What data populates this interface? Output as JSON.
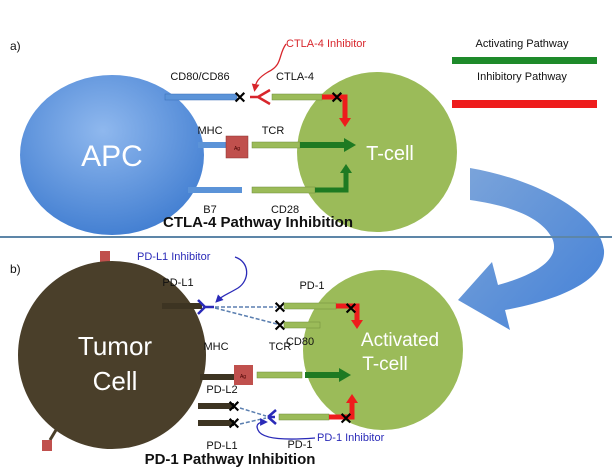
{
  "panel_a": {
    "label": "a)",
    "title": "CTLA-4 Pathway Inhibition",
    "apc": "APC",
    "tcell": "T-cell",
    "cd80_cd86": "CD80/CD86",
    "ctla4": "CTLA-4",
    "ctla4_inhibitor": "CTLA-4 Inhibitor",
    "mhc": "MHC",
    "ag": "Ag",
    "tcr": "TCR",
    "b7": "B7",
    "cd28": "CD28"
  },
  "legend": {
    "activating": "Activating Pathway",
    "inhibitory": "Inhibitory Pathway",
    "activating_color": "#1e8a2a",
    "inhibitory_color": "#ee1c1c"
  },
  "panel_b": {
    "label": "b)",
    "title": "PD-1 Pathway Inhibition",
    "tumor_line1": "Tumor",
    "tumor_line2": "Cell",
    "tcell_line1": "Activated",
    "tcell_line2": "T-cell",
    "pdl1_top": "PD-L1",
    "pdl1_inhibitor": "PD-L1 Inhibitor",
    "pd1_top": "PD-1",
    "cd80": "CD80",
    "mhc": "MHC",
    "ag": "Ag",
    "tcr": "TCR",
    "pdl2": "PD-L2",
    "pdl1_bottom": "PD-L1",
    "pd1_bottom": "PD-1",
    "pd1_inhibitor": "PD-1 Inhibitor"
  },
  "colors": {
    "apc": "#5b93d8",
    "tcell": "#9bbb59",
    "tumor": "#4a3f2a",
    "antigen": "#c0504d",
    "inhibitor_red": "#d8262c",
    "inhibitor_blue": "#2a2ab8"
  }
}
